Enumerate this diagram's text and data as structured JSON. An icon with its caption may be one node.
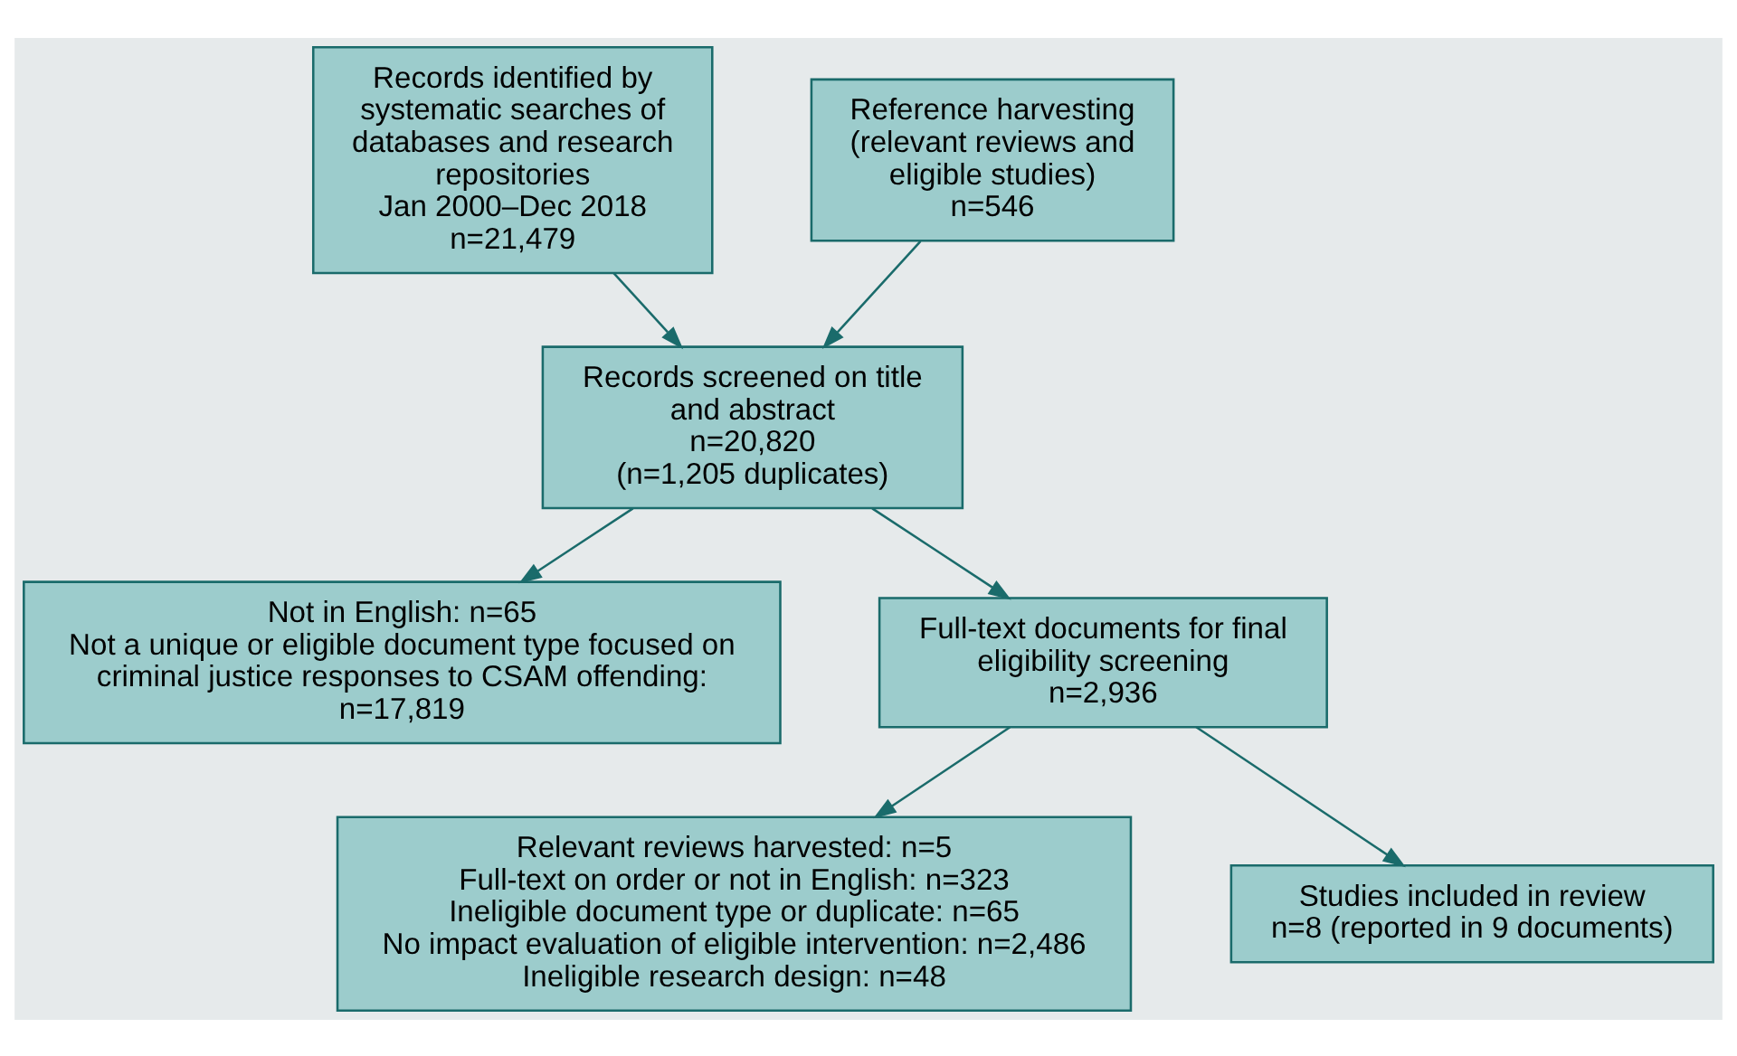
{
  "diagram": {
    "nodes": [
      {
        "text": [
          "Records identified by systematic searches of databases and research repositories",
          "Jan 2000–Dec 2018",
          "n=21,479"
        ]
      },
      {
        "text": [
          "Reference harvesting (relevant reviews and eligible studies)",
          "n=546"
        ]
      },
      {
        "text": [
          "Records screened on title and abstract",
          "n=20,820",
          "(n=1,205 duplicates)"
        ]
      },
      {
        "text": [
          "Not in English: n=65",
          "Not a unique or eligible document type focused on criminal justice responses to CSAM offending: n=17,819"
        ]
      },
      {
        "text": [
          "Full-text documents for final eligibility screening",
          "n=2,936"
        ]
      },
      {
        "text": [
          "Relevant reviews harvested: n=5",
          "Full-text on order or not in English: n=323",
          "Ineligible document type or duplicate: n=65",
          "No impact evaluation of eligible intervention: n=2,486",
          "Ineligible research design: n=48"
        ]
      },
      {
        "text": [
          "Studies included in review",
          "n=8 (reported in 9 documents)"
        ]
      }
    ],
    "edges": [
      {
        "from": 0,
        "to": 2,
        "arrow": "to"
      },
      {
        "from": 1,
        "to": 2,
        "arrow": "to"
      },
      {
        "from": 2,
        "to": 4,
        "arrow": "to"
      },
      {
        "from": 2,
        "to": 3,
        "arrow": "to"
      },
      {
        "from": 4,
        "to": 6,
        "arrow": "to"
      },
      {
        "from": 4,
        "to": 5,
        "arrow": "to"
      }
    ]
  }
}
